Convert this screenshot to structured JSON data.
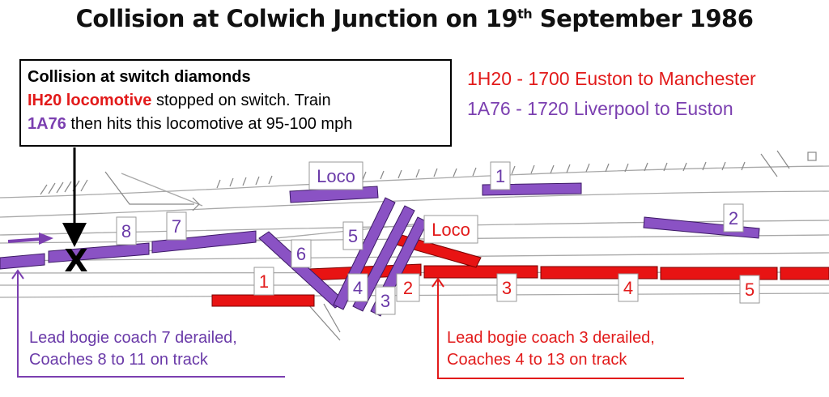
{
  "title": {
    "main": "Collision at Colwich Junction on 19",
    "sup": "th",
    "end": " September 1986"
  },
  "callout": {
    "heading": "Collision at switch diamonds",
    "line2_highlight": "IH20 locomotive",
    "line2_rest": " stopped on switch. Train",
    "line3_highlight": "1A76",
    "line3_rest": " then hits this locomotive at 95-100 mph"
  },
  "legend": {
    "red": "1H20 - 1700 Euston to Manchester",
    "purple": "1A76 - 1720 Liverpool to Euston"
  },
  "train_1A76_labels": {
    "loco": "Loco",
    "c1": "1",
    "c2": "2",
    "c3": "3",
    "c4": "4",
    "c5": "5",
    "c6": "6",
    "c7": "7",
    "c8": "8"
  },
  "train_1H20_labels": {
    "loco": "Loco",
    "c1": "1",
    "c2": "2",
    "c3": "3",
    "c4": "4",
    "c5": "5"
  },
  "collision_marker": "X",
  "notes": {
    "purple_line1": "Lead bogie coach 7 derailed,",
    "purple_line2": "Coaches 8 to 11 on track",
    "red_line1": "Lead bogie coach 3 derailed,",
    "red_line2": "Coaches 4 to 13 on track"
  },
  "colors": {
    "purple": "#8a52c4",
    "purple_text": "#7b3fb0",
    "red": "#e81313",
    "red_text": "#e21a1a",
    "track": "#9a9a9a"
  }
}
